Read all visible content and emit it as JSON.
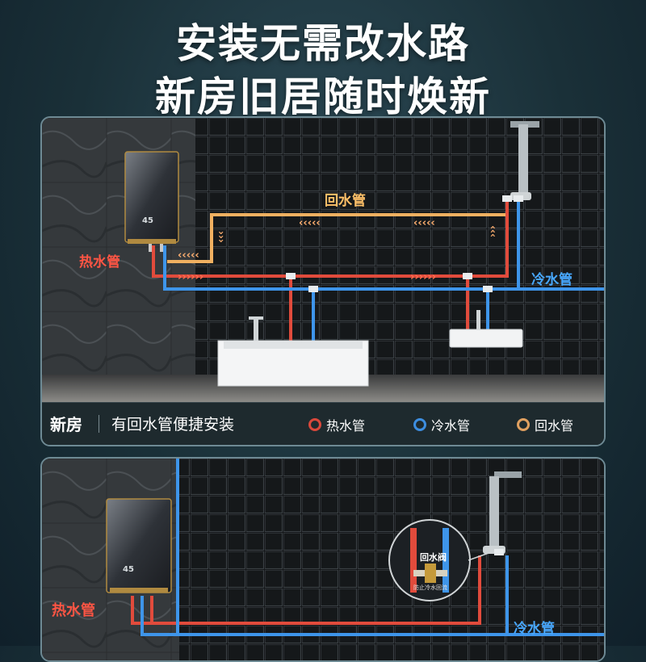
{
  "headline": {
    "line1": "安装无需改水路",
    "line2": "新房旧居随时焕新"
  },
  "panel1": {
    "pipe_labels": {
      "return": "回水管",
      "hot": "热水管",
      "cold": "冷水管"
    },
    "heater_screen": "45",
    "caption": {
      "tag": "新房",
      "desc": "有回水管便捷安装"
    },
    "legend": [
      {
        "label": "热水管",
        "color": "#d9483b"
      },
      {
        "label": "冷水管",
        "color": "#3d8ee0"
      },
      {
        "label": "回水管",
        "color": "#e0a060"
      }
    ]
  },
  "panel2": {
    "pipe_labels": {
      "hot": "热水管",
      "cold": "冷水管"
    },
    "valve_label": "回水阀",
    "valve_sub": "防止冷水回流",
    "heater_screen": "45"
  },
  "colors": {
    "hot": "#e14b3c",
    "cold": "#3e95ea",
    "return": "#f0b060",
    "hot_text": "#ff5544",
    "cold_text": "#48a8ff",
    "return_text": "#ffc068"
  }
}
